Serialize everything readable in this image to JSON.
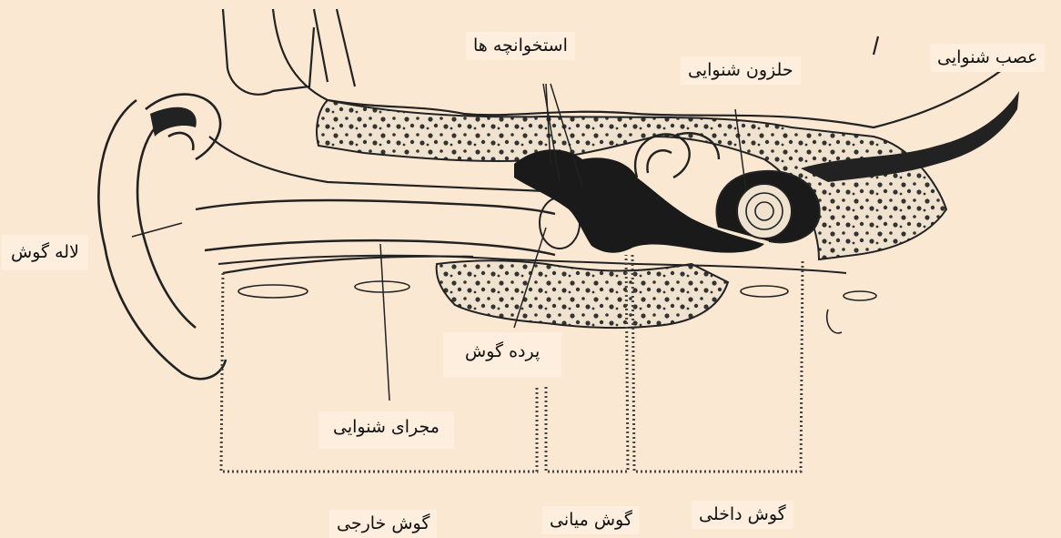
{
  "labels": {
    "ossicles": "استخوانچه ها",
    "cochlea": "حلزون شنوایی",
    "auditory_nerve": "عصب شنوایی",
    "auricle": "لاله گوش",
    "eardrum": "پرده گوش",
    "ear_canal": "مجرای شنوایی",
    "outer_ear": "گوش خارجی",
    "middle_ear": "گوش میانی",
    "inner_ear": "گوش داخلی"
  },
  "colors": {
    "background": "#fbe8d3",
    "ink": "#222222",
    "bone_fill": "#efe3cf"
  }
}
